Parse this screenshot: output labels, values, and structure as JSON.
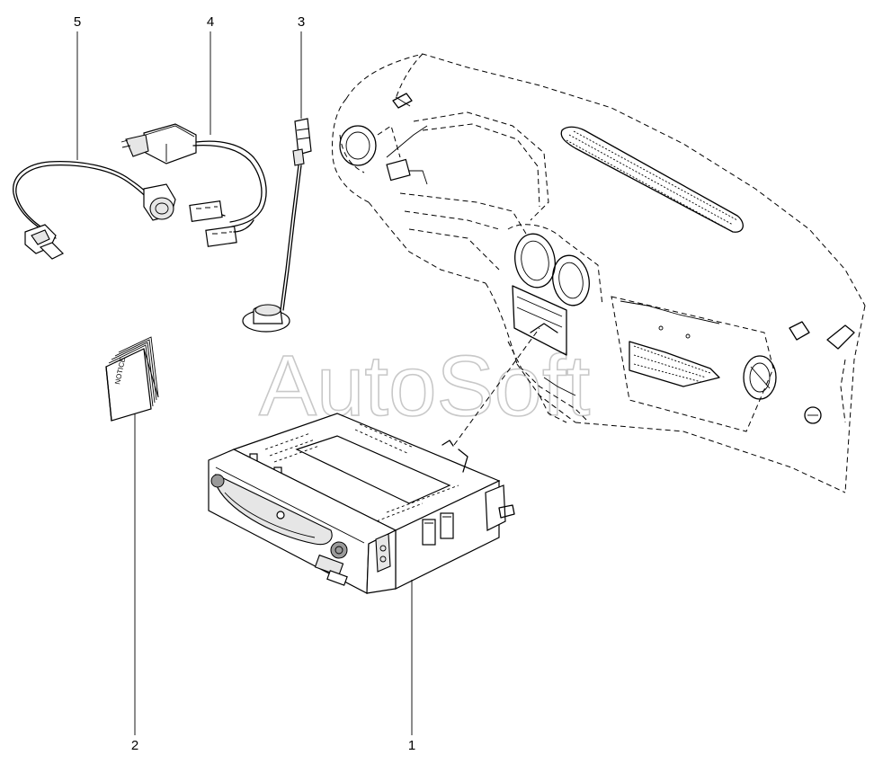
{
  "callouts": {
    "c1": "1",
    "c2": "2",
    "c3": "3",
    "c4": "4",
    "c5": "5"
  },
  "notice_label": "NOTICE",
  "watermark": "AutoSoft",
  "parts": [
    {
      "number": "1",
      "icon": "radio-head-unit-icon"
    },
    {
      "number": "2",
      "icon": "notice-booklet-icon"
    },
    {
      "number": "3",
      "icon": "antenna-cable-icon"
    },
    {
      "number": "4",
      "icon": "wiring-harness-icon"
    },
    {
      "number": "5",
      "icon": "adapter-cable-icon"
    }
  ]
}
